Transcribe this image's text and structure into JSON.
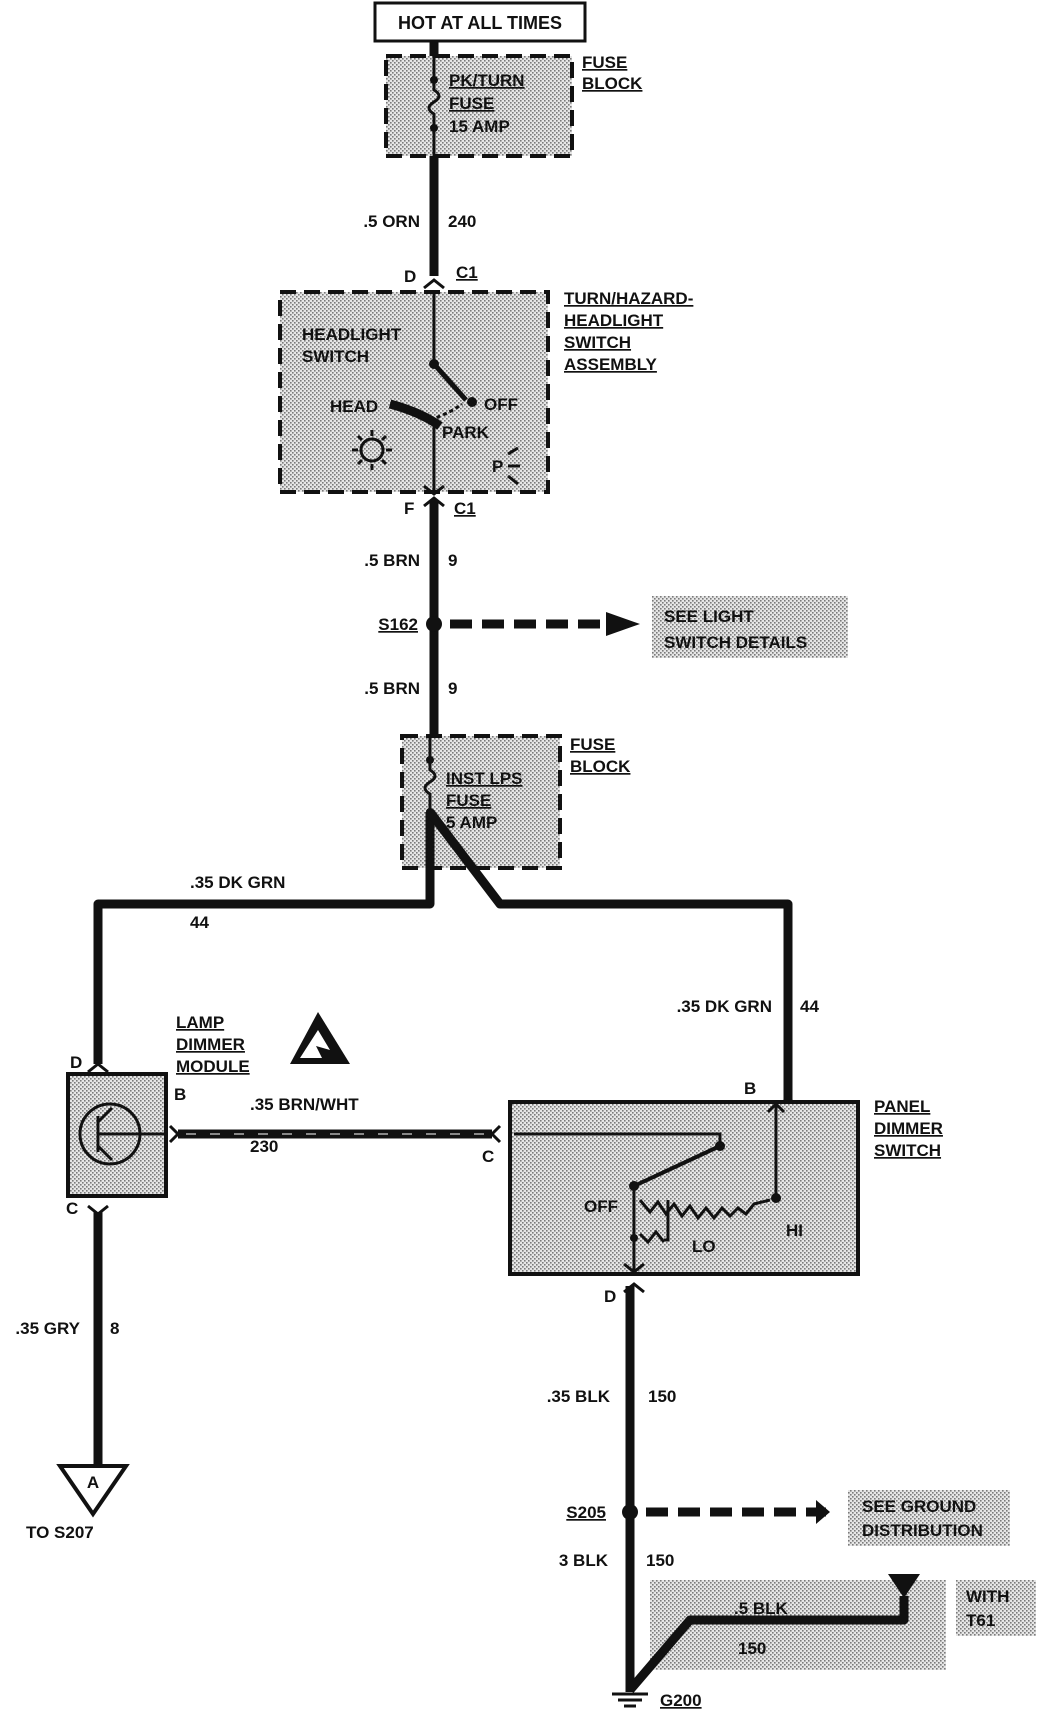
{
  "power_source": {
    "label": "HOT AT ALL TIMES"
  },
  "fuse_pk_turn": {
    "name": "PK/TURN",
    "type": "FUSE",
    "rating": "15 AMP",
    "block_line1": "FUSE",
    "block_line2": "BLOCK"
  },
  "wire_240": {
    "gauge_color": ".5 ORN",
    "circuit": "240"
  },
  "switch_assembly": {
    "title_lines": [
      "TURN/HAZARD-",
      "HEADLIGHT",
      "SWITCH",
      "ASSEMBLY"
    ],
    "inner_lines": [
      "HEADLIGHT",
      "SWITCH"
    ],
    "pos_head": "HEAD",
    "pos_off": "OFF",
    "pos_park": "PARK",
    "park_symbol": "P",
    "in_pin": "D",
    "in_conn": "C1",
    "out_pin": "F",
    "out_conn": "C1"
  },
  "wire_9_a": {
    "gauge_color": ".5 BRN",
    "circuit": "9"
  },
  "splice_s162": {
    "name": "S162",
    "ref_line1": "SEE LIGHT",
    "ref_line2": "SWITCH DETAILS"
  },
  "wire_9_b": {
    "gauge_color": ".5 BRN",
    "circuit": "9"
  },
  "fuse_inst": {
    "name": "INST LPS",
    "type": "FUSE",
    "rating": "5 AMP",
    "block_line1": "FUSE",
    "block_line2": "BLOCK"
  },
  "wire_44_left": {
    "gauge_color": ".35 DK GRN",
    "circuit": "44"
  },
  "wire_44_right": {
    "gauge_color": ".35 DK GRN",
    "circuit": "44"
  },
  "lamp_dimmer": {
    "lines": [
      "LAMP",
      "DIMMER",
      "MODULE"
    ],
    "pin_top": "D",
    "pin_right": "B",
    "pin_bottom": "C"
  },
  "wire_230": {
    "gauge_color": ".35 BRN/WHT",
    "circuit": "230"
  },
  "panel_dimmer": {
    "lines": [
      "PANEL",
      "DIMMER",
      "SWITCH"
    ],
    "pin_top": "B",
    "pin_left": "C",
    "pin_bottom": "D",
    "pos_off": "OFF",
    "pos_lo": "LO",
    "pos_hi": "HI"
  },
  "wire_8": {
    "gauge_color": ".35 GRY",
    "circuit": "8"
  },
  "connector_a": {
    "letter": "A",
    "to_label": "TO S207"
  },
  "wire_150_a": {
    "gauge_color": ".35 BLK",
    "circuit": "150"
  },
  "splice_s205": {
    "name": "S205",
    "ref_line1": "SEE GROUND",
    "ref_line2": "DISTRIBUTION"
  },
  "wire_150_b": {
    "gauge_color": "3 BLK",
    "circuit": "150"
  },
  "wire_150_t61": {
    "gauge_color": ".5 BLK",
    "circuit": "150"
  },
  "option_t61": {
    "line1": "WITH",
    "line2": "T61"
  },
  "ground": {
    "name": "G200"
  }
}
